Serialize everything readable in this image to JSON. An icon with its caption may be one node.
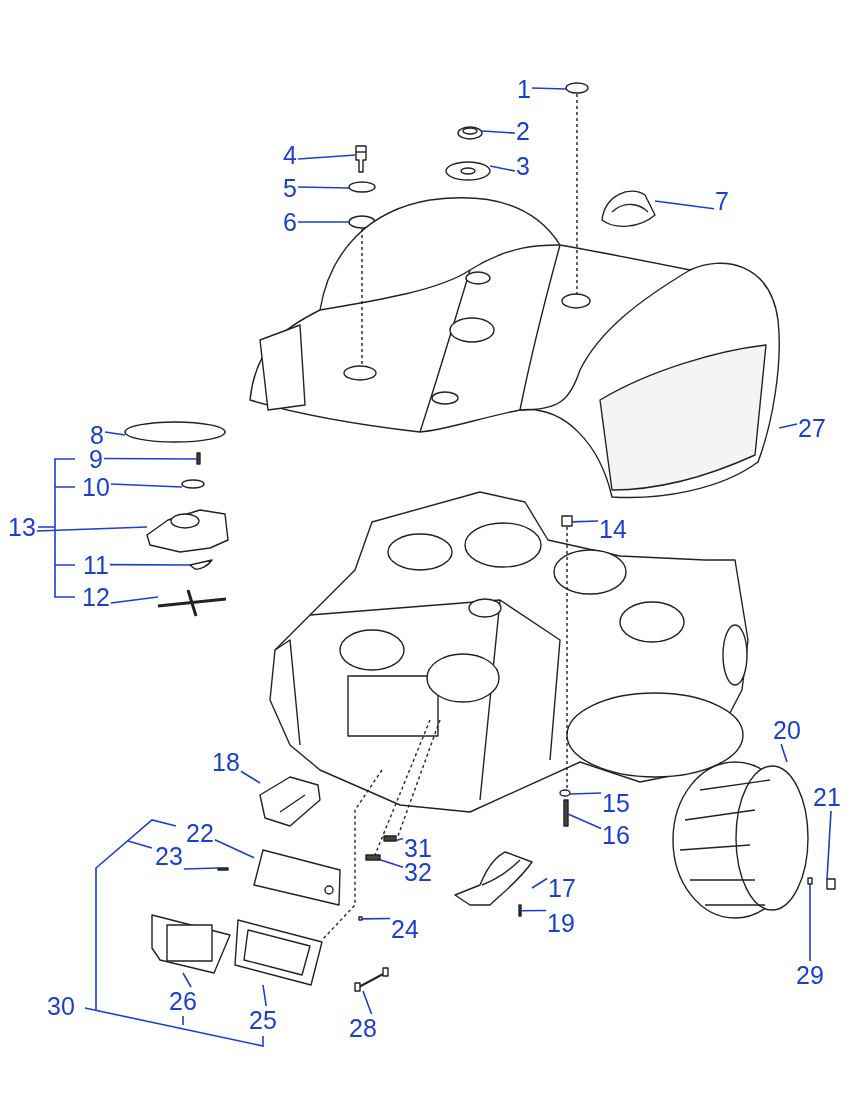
{
  "diagram": {
    "nodes": [
      {
        "text": [
          "1"
        ]
      },
      {
        "text": [
          "2"
        ]
      },
      {
        "text": [
          "3"
        ]
      },
      {
        "text": [
          "4"
        ]
      },
      {
        "text": [
          "5"
        ]
      },
      {
        "text": [
          "6"
        ]
      },
      {
        "text": [
          "7"
        ]
      },
      {
        "text": [
          "8"
        ]
      },
      {
        "text": [
          "9"
        ]
      },
      {
        "text": [
          "10"
        ]
      },
      {
        "text": [
          "11"
        ]
      },
      {
        "text": [
          "12"
        ]
      },
      {
        "text": [
          "13"
        ]
      },
      {
        "text": [
          "14"
        ]
      },
      {
        "text": [
          "15"
        ]
      },
      {
        "text": [
          "16"
        ]
      },
      {
        "text": [
          "17"
        ]
      },
      {
        "text": [
          "18"
        ]
      },
      {
        "text": [
          "19"
        ]
      },
      {
        "text": [
          "20"
        ]
      },
      {
        "text": [
          "21"
        ]
      },
      {
        "text": [
          "22"
        ]
      },
      {
        "text": [
          "23"
        ]
      },
      {
        "text": [
          "24"
        ]
      },
      {
        "text": [
          "25"
        ]
      },
      {
        "text": [
          "26"
        ]
      },
      {
        "text": [
          "27"
        ]
      },
      {
        "text": [
          "28"
        ]
      },
      {
        "text": [
          "29"
        ]
      },
      {
        "text": [
          "30"
        ]
      },
      {
        "text": [
          "31"
        ]
      },
      {
        "text": [
          "32"
        ]
      },
      {
        "text": [],
        "shape": "circle"
      },
      {
        "text": [],
        "shape": "picture"
      },
      {
        "text": [],
        "shape": "picture"
      },
      {
        "text": [],
        "shape": "picture"
      },
      {
        "text": [],
        "shape": "circle"
      },
      {
        "text": [],
        "shape": "circle"
      },
      {
        "text": [],
        "shape": "picture"
      },
      {
        "text": [],
        "shape": "circle"
      },
      {
        "text": [],
        "shape": "bar"
      },
      {
        "text": [],
        "shape": "circle"
      },
      {
        "text": [],
        "shape": "picture"
      },
      {
        "text": [],
        "shape": "picture"
      },
      {
        "text": [],
        "shape": "picture"
      },
      {
        "text": [],
        "shape": "box"
      },
      {
        "text": [],
        "shape": "circle"
      },
      {
        "text": [],
        "shape": "bar"
      },
      {
        "text": [],
        "shape": "picture"
      },
      {
        "text": [],
        "shape": "picture"
      },
      {
        "text": [],
        "shape": "bar"
      },
      {
        "text": [],
        "shape": "picture"
      },
      {
        "text": [],
        "shape": "box"
      },
      {
        "text": [],
        "shape": "picture"
      },
      {
        "text": [],
        "shape": "bar"
      },
      {
        "text": [],
        "shape": "box"
      },
      {
        "text": [],
        "shape": "picture"
      },
      {
        "text": [],
        "shape": "picture"
      },
      {
        "text": [],
        "shape": "picture"
      },
      {
        "text": [],
        "shape": "picture"
      },
      {
        "text": [],
        "shape": "box"
      },
      {
        "text": [],
        "shape": "bar"
      },
      {
        "text": [],
        "shape": "bar"
      }
    ],
    "edges": [
      {
        "from": 0,
        "to": 32,
        "arrow": "none"
      },
      {
        "from": 1,
        "to": 33,
        "arrow": "none"
      },
      {
        "from": 2,
        "to": 34,
        "arrow": "none"
      },
      {
        "from": 3,
        "to": 35,
        "arrow": "none"
      },
      {
        "from": 4,
        "to": 36,
        "arrow": "none"
      },
      {
        "from": 5,
        "to": 37,
        "arrow": "none"
      },
      {
        "from": 6,
        "to": 38,
        "arrow": "none"
      },
      {
        "from": 7,
        "to": 39,
        "arrow": "none"
      },
      {
        "from": 8,
        "to": 40,
        "arrow": "none"
      },
      {
        "from": 9,
        "to": 41,
        "arrow": "none"
      },
      {
        "from": 10,
        "to": 42,
        "arrow": "none"
      },
      {
        "from": 11,
        "to": 43,
        "arrow": "none"
      },
      {
        "from": 12,
        "to": 44,
        "arrow": "none"
      },
      {
        "from": 13,
        "to": 45,
        "arrow": "none"
      },
      {
        "from": 14,
        "to": 46,
        "arrow": "none"
      },
      {
        "from": 15,
        "to": 47,
        "arrow": "none"
      },
      {
        "from": 16,
        "to": 48,
        "arrow": "none"
      },
      {
        "from": 17,
        "to": 49,
        "arrow": "none"
      },
      {
        "from": 18,
        "to": 50,
        "arrow": "none"
      },
      {
        "from": 19,
        "to": 51,
        "arrow": "none"
      },
      {
        "from": 20,
        "to": 52,
        "arrow": "none"
      },
      {
        "from": 21,
        "to": 53,
        "arrow": "none"
      },
      {
        "from": 22,
        "to": 54,
        "arrow": "none"
      },
      {
        "from": 23,
        "to": 55,
        "arrow": "none"
      },
      {
        "from": 24,
        "to": 56,
        "arrow": "none"
      },
      {
        "from": 25,
        "to": 57,
        "arrow": "none"
      },
      {
        "from": 26,
        "to": 58,
        "arrow": "none"
      },
      {
        "from": 27,
        "to": 59,
        "arrow": "none"
      },
      {
        "from": 28,
        "to": 60,
        "arrow": "none"
      },
      {
        "from": 30,
        "to": 61,
        "arrow": "none"
      },
      {
        "from": 31,
        "to": 62,
        "arrow": "none"
      },
      {
        "from": 32,
        "to": 58,
        "arrow": "none",
        "style": "dashed",
        "color": "#222222"
      },
      {
        "from": 45,
        "to": 46,
        "arrow": "none",
        "style": "dashed",
        "color": "#222222"
      },
      {
        "from": 37,
        "to": 58,
        "arrow": "none",
        "style": "dashed",
        "color": "#222222"
      }
    ]
  }
}
